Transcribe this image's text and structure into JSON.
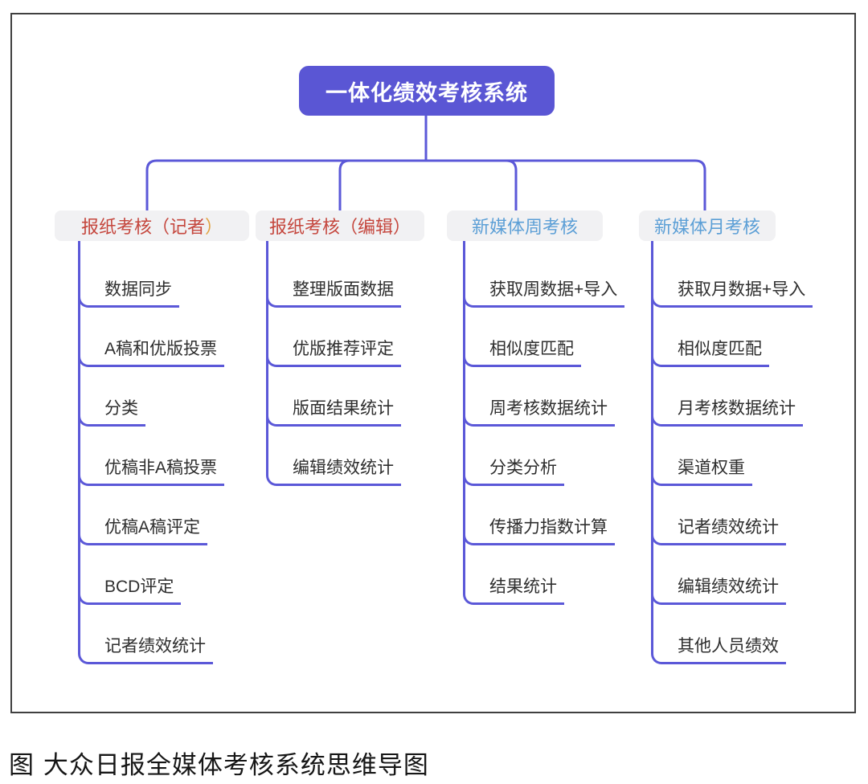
{
  "figure": {
    "caption": "图 大众日报全媒体考核系统思维导图"
  },
  "root": {
    "label": "一体化绩效考核系统",
    "fill_color": "#5a56d4",
    "text_color": "#ffffff"
  },
  "connector_color": "#5b58d8",
  "branch_bg_color": "#f1f1f3",
  "branches": [
    {
      "label": "报纸考核（记者",
      "label_suffix": "）",
      "label_color": "#c5473e",
      "suffix_color": "#e2a23f",
      "items": [
        "数据同步",
        "A稿和优版投票",
        "分类",
        "优稿非A稿投票",
        "优稿A稿评定",
        "BCD评定",
        "记者绩效统计"
      ]
    },
    {
      "label": "报纸考核（编辑）",
      "label_color": "#c5473e",
      "items": [
        "整理版面数据",
        "优版推荐评定",
        "版面结果统计",
        "编辑绩效统计"
      ]
    },
    {
      "label": "新媒体周考核",
      "label_color": "#5c9fd6",
      "items": [
        "获取周数据+导入",
        "相似度匹配",
        "周考核数据统计",
        "分类分析",
        "传播力指数计算",
        "结果统计"
      ]
    },
    {
      "label": "新媒体月考核",
      "label_color": "#5c9fd6",
      "items": [
        "获取月数据+导入",
        "相似度匹配",
        "月考核数据统计",
        "渠道权重",
        "记者绩效统计",
        "编辑绩效统计",
        "其他人员绩效"
      ]
    }
  ]
}
